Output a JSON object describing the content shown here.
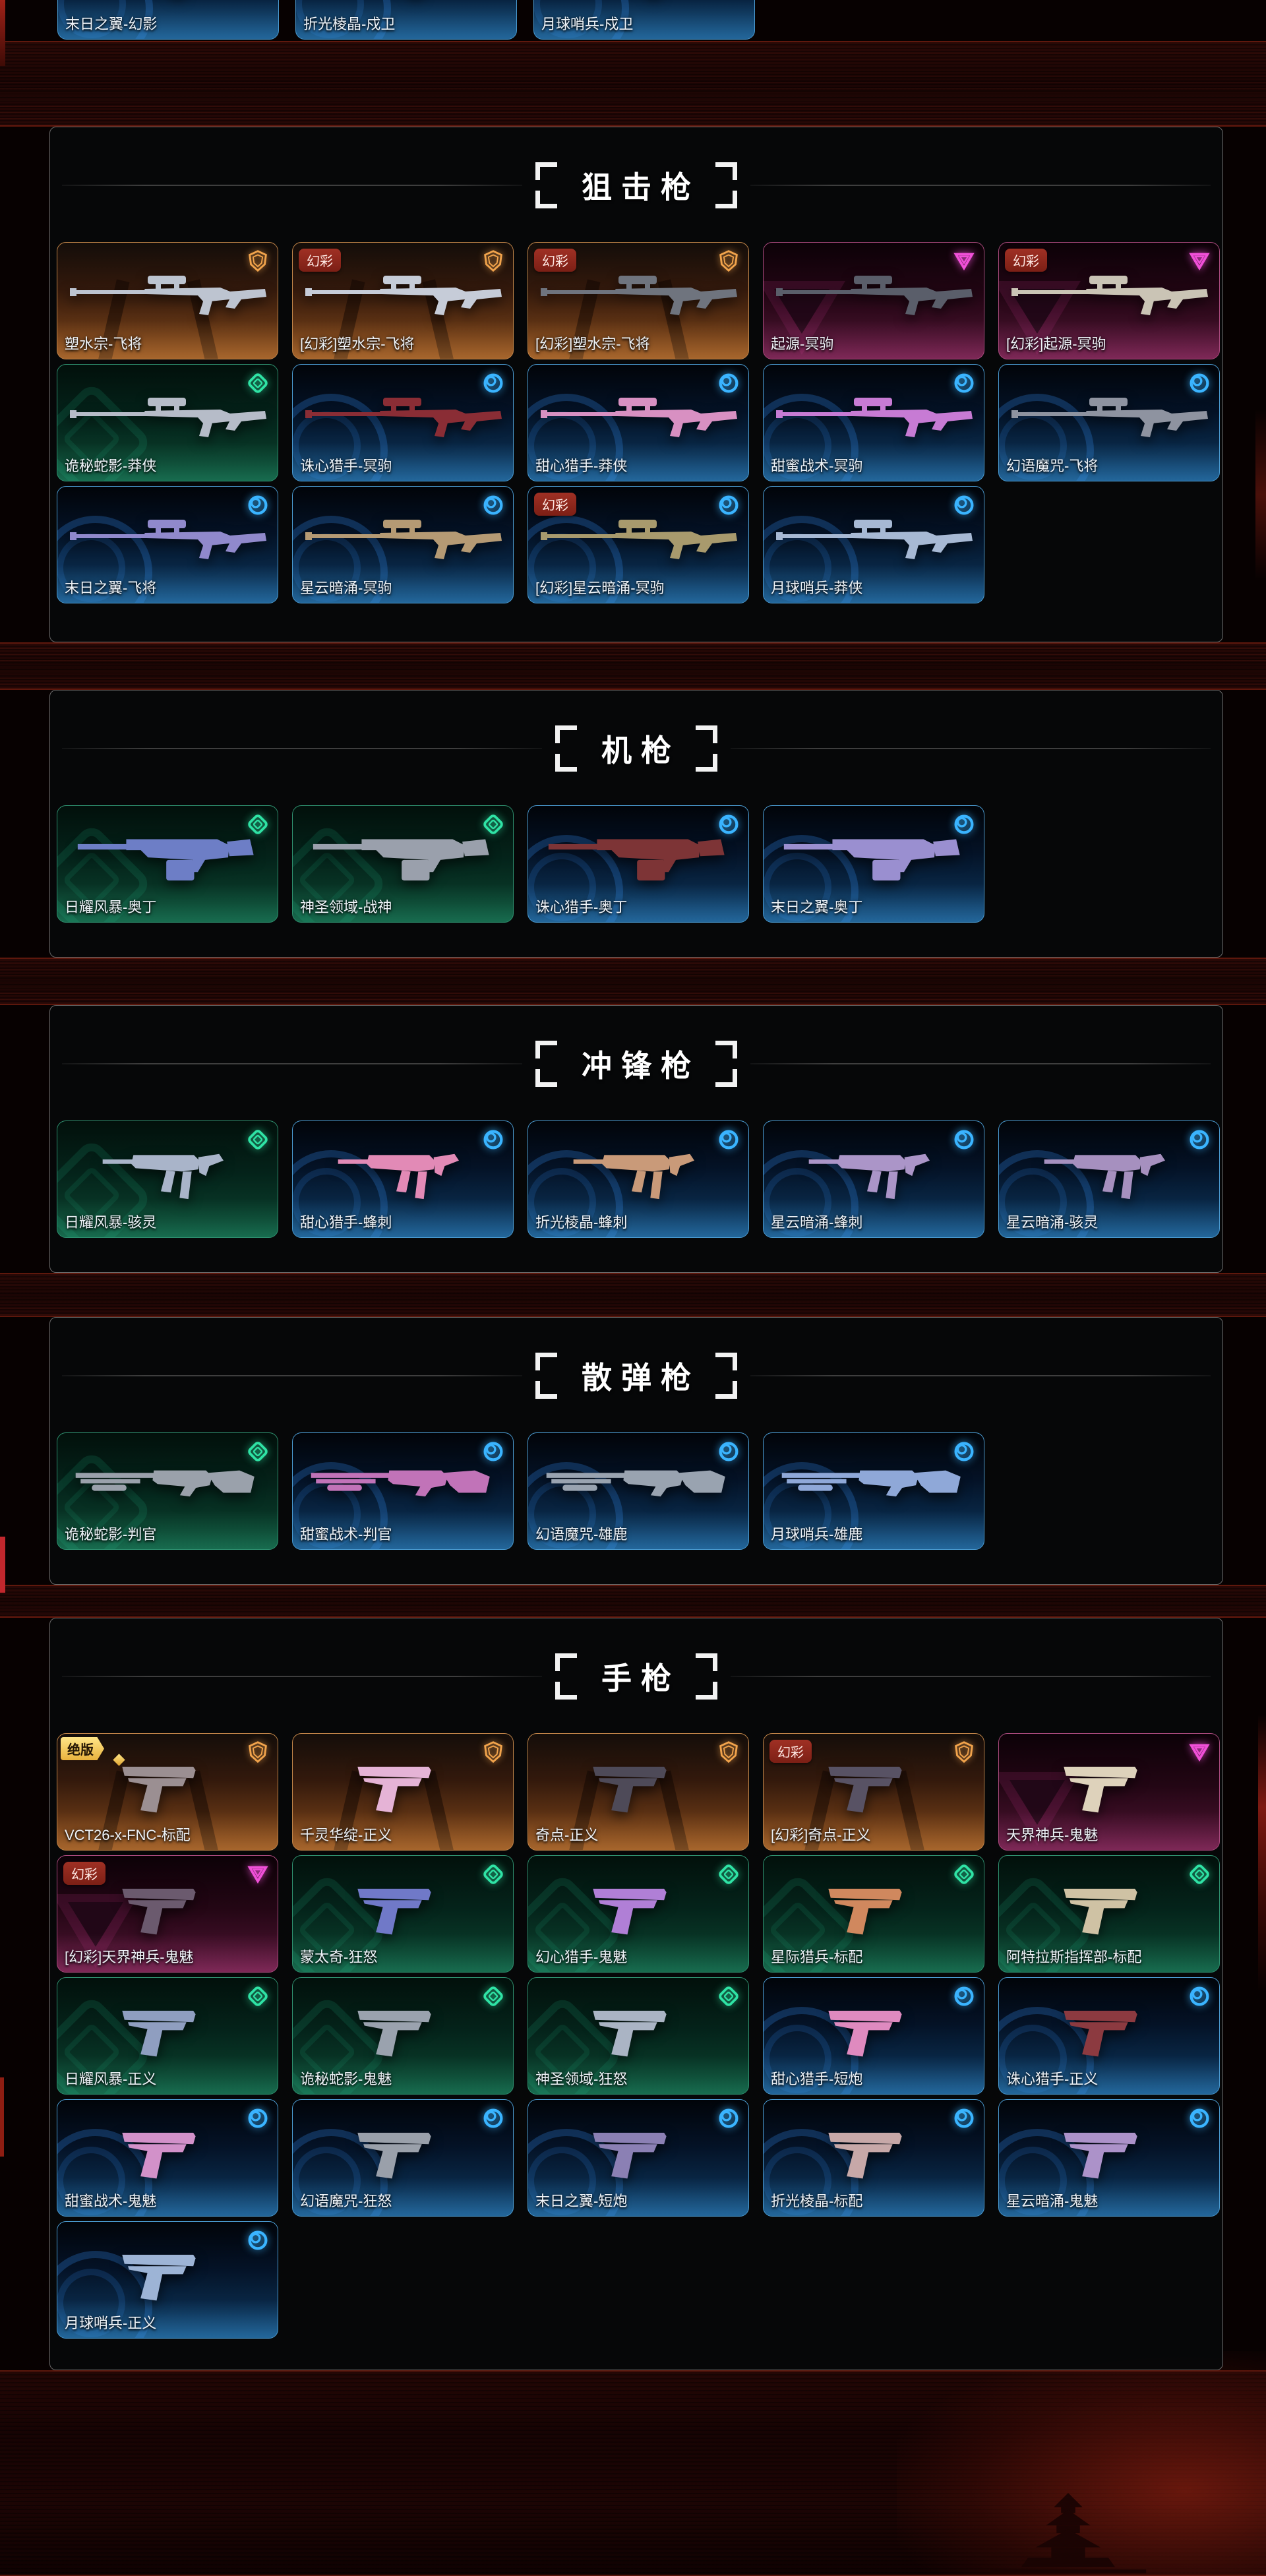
{
  "badges": {
    "chroma": "幻彩",
    "retired": "绝版"
  },
  "tier_colors": {
    "blue": "#3ab4ff",
    "green": "#2fe3a5",
    "orange": "#f2a44c",
    "magenta": "#f050d8"
  },
  "top_row": [
    {
      "name": "末日之翼-幻影",
      "tier": "blue",
      "badge": null,
      "art": "#8b84c4"
    },
    {
      "name": "折光棱晶-戍卫",
      "tier": "blue",
      "badge": null,
      "art": "#bac3d0"
    },
    {
      "name": "月球哨兵-戍卫",
      "tier": "blue",
      "badge": null,
      "art": "#9db4d6"
    }
  ],
  "sections": [
    {
      "title": "狙击枪",
      "weapon": "sniper",
      "rows": [
        [
          {
            "name": "塑水宗-飞将",
            "tier": "orange",
            "badge": null,
            "art": "#bdc4d0"
          },
          {
            "name": "[幻彩]塑水宗-飞将",
            "tier": "orange",
            "badge": "幻彩",
            "art": "#c6ccd8"
          },
          {
            "name": "[幻彩]塑水宗-飞将",
            "tier": "orange",
            "badge": "幻彩",
            "art": "#6f747e"
          },
          {
            "name": "起源-冥驹",
            "tier": "magenta",
            "badge": null,
            "art": "#5a5e6a"
          },
          {
            "name": "[幻彩]起源-冥驹",
            "tier": "magenta",
            "badge": "幻彩",
            "art": "#cac4b5"
          }
        ],
        [
          {
            "name": "诡秘蛇影-莽侠",
            "tier": "green",
            "badge": null,
            "art": "#b6bcc8"
          },
          {
            "name": "诛心猎手-冥驹",
            "tier": "blue",
            "badge": null,
            "art": "#8a2d35"
          },
          {
            "name": "甜心猎手-莽侠",
            "tier": "blue",
            "badge": null,
            "art": "#d890c2"
          },
          {
            "name": "甜蜜战术-冥驹",
            "tier": "blue",
            "badge": null,
            "art": "#c77bd4"
          },
          {
            "name": "幻语魔咒-飞将",
            "tier": "blue",
            "badge": null,
            "art": "#8e93a0"
          }
        ],
        [
          {
            "name": "末日之翼-飞将",
            "tier": "blue",
            "badge": null,
            "art": "#9089cc"
          },
          {
            "name": "星云暗涌-冥驹",
            "tier": "blue",
            "badge": null,
            "art": "#b59a74"
          },
          {
            "name": "[幻彩]星云暗涌-冥驹",
            "tier": "blue",
            "badge": "幻彩",
            "art": "#a89a6d"
          },
          {
            "name": "月球哨兵-莽侠",
            "tier": "blue",
            "badge": null,
            "art": "#a7b9d4"
          }
        ]
      ]
    },
    {
      "title": "机枪",
      "weapon": "mg",
      "rows": [
        [
          {
            "name": "日耀风暴-奥丁",
            "tier": "green",
            "badge": null,
            "art": "#6d7ec6"
          },
          {
            "name": "神圣领域-战神",
            "tier": "green",
            "badge": null,
            "art": "#9aa0ac"
          },
          {
            "name": "诛心猎手-奥丁",
            "tier": "blue",
            "badge": null,
            "art": "#7d3436"
          },
          {
            "name": "末日之翼-奥丁",
            "tier": "blue",
            "badge": null,
            "art": "#9a8fd0"
          }
        ]
      ]
    },
    {
      "title": "冲锋枪",
      "weapon": "smg",
      "rows": [
        [
          {
            "name": "日耀风暴-骇灵",
            "tier": "green",
            "badge": null,
            "art": "#a9b4c9"
          },
          {
            "name": "甜心猎手-蜂刺",
            "tier": "blue",
            "badge": null,
            "art": "#e28ab6"
          },
          {
            "name": "折光棱晶-蜂刺",
            "tier": "blue",
            "badge": null,
            "art": "#c99a79"
          },
          {
            "name": "星云暗涌-蜂刺",
            "tier": "blue",
            "badge": null,
            "art": "#ab95c8"
          },
          {
            "name": "星云暗涌-骇灵",
            "tier": "blue",
            "badge": null,
            "art": "#a690bf"
          }
        ]
      ]
    },
    {
      "title": "散弹枪",
      "weapon": "shotgun",
      "rows": [
        [
          {
            "name": "诡秘蛇影-判官",
            "tier": "green",
            "badge": null,
            "art": "#9aa1ab"
          },
          {
            "name": "甜蜜战术-判官",
            "tier": "blue",
            "badge": null,
            "art": "#c173b8"
          },
          {
            "name": "幻语魔咒-雄鹿",
            "tier": "blue",
            "badge": null,
            "art": "#99a3b0"
          },
          {
            "name": "月球哨兵-雄鹿",
            "tier": "blue",
            "badge": null,
            "art": "#8fa8d8"
          }
        ]
      ]
    },
    {
      "title": "手枪",
      "weapon": "pistol",
      "rows": [
        [
          {
            "name": "VCT26-x-FNC-标配",
            "tier": "orange",
            "badge": "绝版",
            "art": "#9b8f92"
          },
          {
            "name": "千灵华绽-正义",
            "tier": "orange",
            "badge": null,
            "art": "#e5b3d6"
          },
          {
            "name": "奇点-正义",
            "tier": "orange",
            "badge": null,
            "art": "#4e4a58"
          },
          {
            "name": "[幻彩]奇点-正义",
            "tier": "orange",
            "badge": "幻彩",
            "art": "#585264"
          },
          {
            "name": "天界神兵-鬼魅",
            "tier": "magenta",
            "badge": null,
            "art": "#ded2bb"
          }
        ],
        [
          {
            "name": "[幻彩]天界神兵-鬼魅",
            "tier": "magenta",
            "badge": "幻彩",
            "art": "#6b5a6e"
          },
          {
            "name": "蒙太奇-狂怒",
            "tier": "green",
            "badge": null,
            "art": "#7079c8"
          },
          {
            "name": "幻心猎手-鬼魅",
            "tier": "green",
            "badge": null,
            "art": "#b07fd6"
          },
          {
            "name": "星际猎兵-标配",
            "tier": "green",
            "badge": null,
            "art": "#d0885e"
          },
          {
            "name": "阿特拉斯指挥部-标配",
            "tier": "green",
            "badge": null,
            "art": "#cfc2a4"
          }
        ],
        [
          {
            "name": "日耀风暴-正义",
            "tier": "green",
            "badge": null,
            "art": "#8f9ec0"
          },
          {
            "name": "诡秘蛇影-鬼魅",
            "tier": "green",
            "badge": null,
            "art": "#9aa2ae"
          },
          {
            "name": "神圣领域-狂怒",
            "tier": "green",
            "badge": null,
            "art": "#aab4c4"
          },
          {
            "name": "甜心猎手-短炮",
            "tier": "blue",
            "badge": null,
            "art": "#df8abf"
          },
          {
            "name": "诛心猎手-正义",
            "tier": "blue",
            "badge": null,
            "art": "#8c3a40"
          }
        ],
        [
          {
            "name": "甜蜜战术-鬼魅",
            "tier": "blue",
            "badge": null,
            "art": "#d291c9"
          },
          {
            "name": "幻语魔咒-狂怒",
            "tier": "blue",
            "badge": null,
            "art": "#9aa0aa"
          },
          {
            "name": "末日之翼-短炮",
            "tier": "blue",
            "badge": null,
            "art": "#8b80b4"
          },
          {
            "name": "折光棱晶-标配",
            "tier": "blue",
            "badge": null,
            "art": "#c7a8a8"
          },
          {
            "name": "星云暗涌-鬼魅",
            "tier": "blue",
            "badge": null,
            "art": "#ac92c9"
          }
        ],
        [
          {
            "name": "月球哨兵-正义",
            "tier": "blue",
            "badge": null,
            "art": "#9db4d6"
          }
        ]
      ]
    }
  ]
}
